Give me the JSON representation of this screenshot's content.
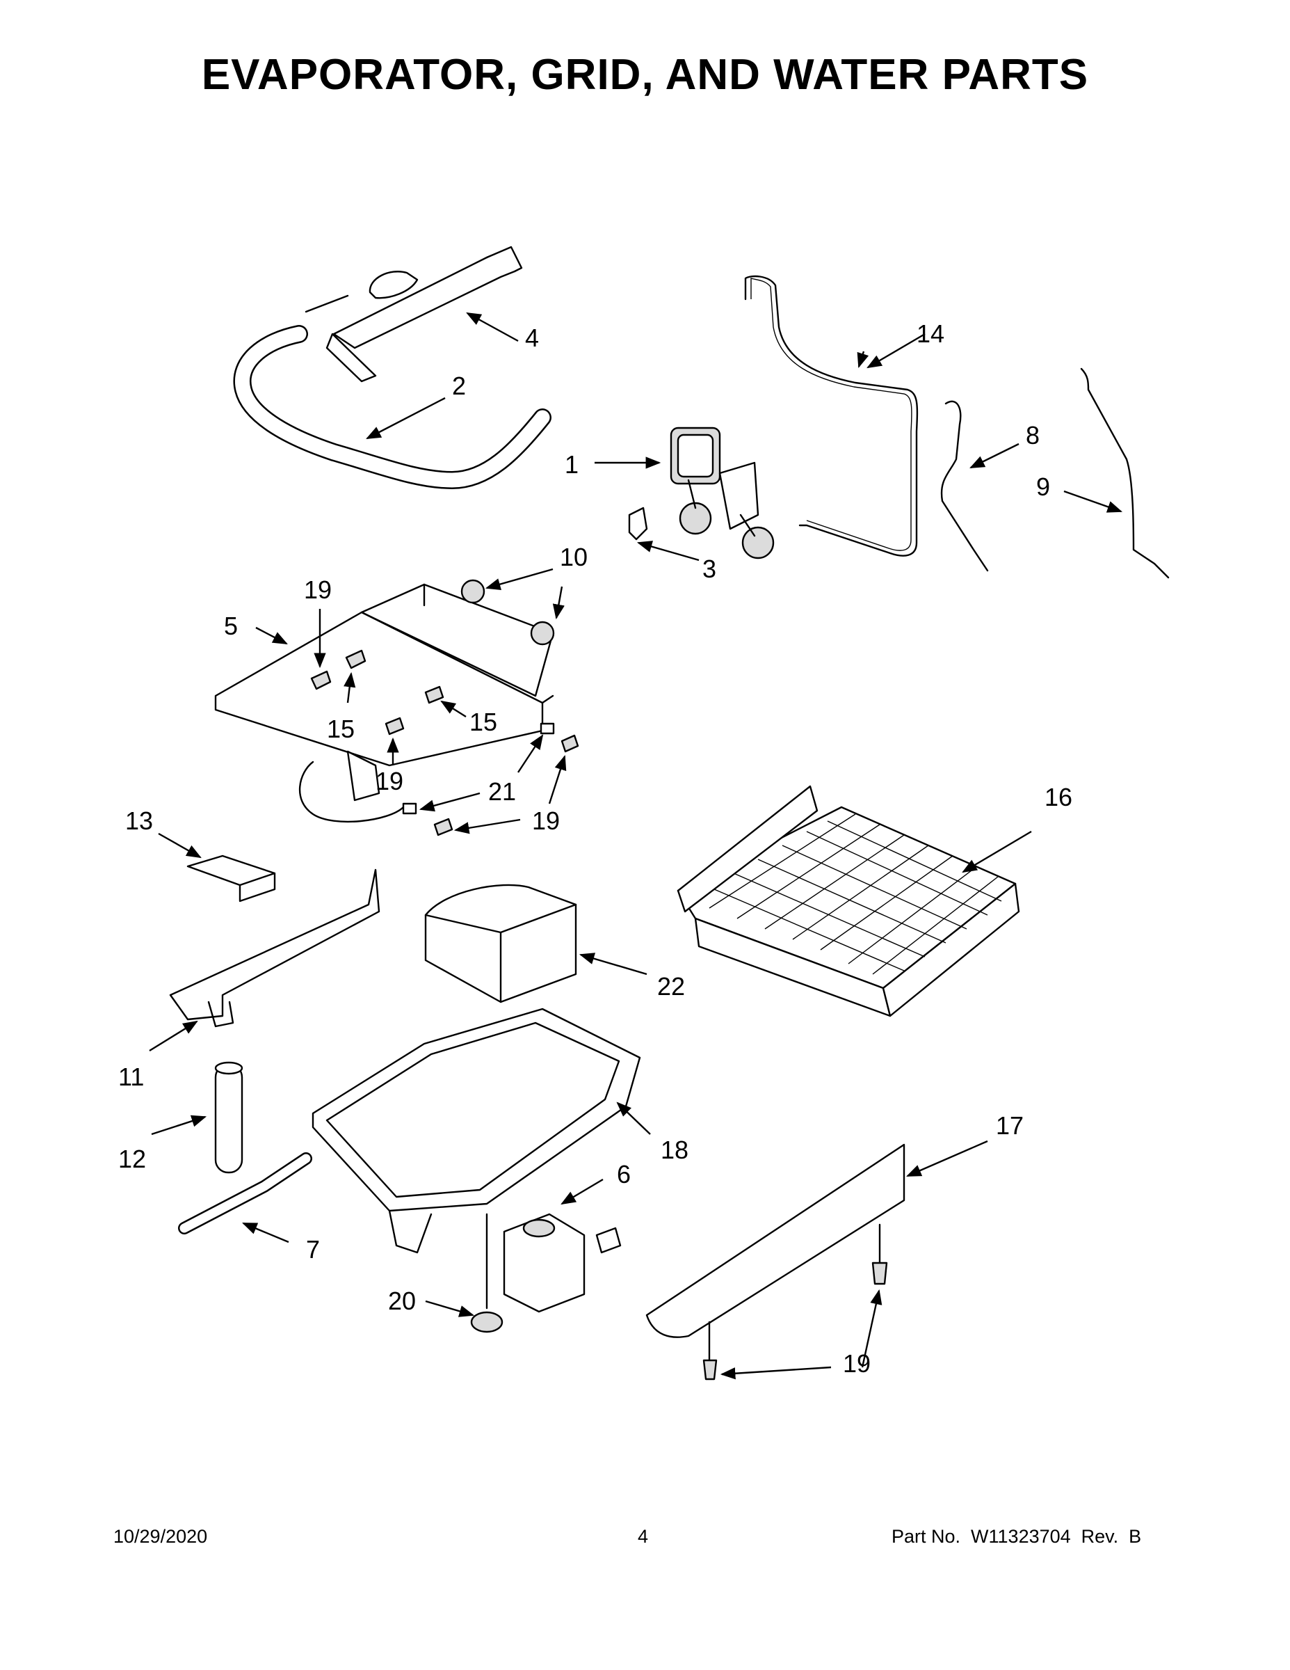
{
  "title": "EVAPORATOR, GRID, AND WATER PARTS",
  "callouts": [
    {
      "label": "1"
    },
    {
      "label": "2"
    },
    {
      "label": "3"
    },
    {
      "label": "4"
    },
    {
      "label": "5"
    },
    {
      "label": "6"
    },
    {
      "label": "7"
    },
    {
      "label": "8"
    },
    {
      "label": "9"
    },
    {
      "label": "10"
    },
    {
      "label": "11"
    },
    {
      "label": "12"
    },
    {
      "label": "13"
    },
    {
      "label": "14"
    },
    {
      "label": "15"
    },
    {
      "label": "15"
    },
    {
      "label": "16"
    },
    {
      "label": "17"
    },
    {
      "label": "18"
    },
    {
      "label": "19"
    },
    {
      "label": "19"
    },
    {
      "label": "19"
    },
    {
      "label": "19"
    },
    {
      "label": "19"
    },
    {
      "label": "20"
    },
    {
      "label": "21"
    },
    {
      "label": "22"
    }
  ],
  "footer": {
    "date": "10/29/2020",
    "page": "4",
    "part_no": "Part No.  W11323704  Rev.  B"
  }
}
